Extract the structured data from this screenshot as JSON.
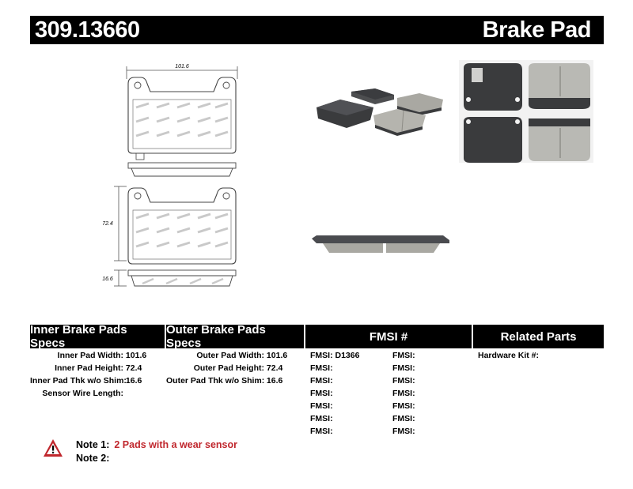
{
  "header": {
    "part_number": "309.13660",
    "product_type": "Brake Pad"
  },
  "drawing": {
    "width_dim": "101.6",
    "height_dim": "72.4",
    "thickness_dim": "16.6"
  },
  "columns": {
    "inner": "Inner Brake Pads Specs",
    "outer": "Outer Brake Pads Specs",
    "fmsi": "FMSI #",
    "related": "Related Parts"
  },
  "inner_specs": [
    {
      "label": "Inner Pad Width:",
      "value": "101.6"
    },
    {
      "label": "Inner Pad Height:",
      "value": "72.4"
    },
    {
      "label": "Inner Pad Thk w/o Shim:",
      "value": "16.6"
    },
    {
      "label": "Sensor Wire Length:",
      "value": ""
    }
  ],
  "outer_specs": [
    {
      "label": "Outer Pad Width:",
      "value": "101.6"
    },
    {
      "label": "Outer Pad Height:",
      "value": "72.4"
    },
    {
      "label": "Outer Pad Thk w/o Shim:",
      "value": "16.6"
    }
  ],
  "fmsi_left": [
    {
      "label": "FMSI:",
      "value": "D1366"
    },
    {
      "label": "FMSI:",
      "value": ""
    },
    {
      "label": "FMSI:",
      "value": ""
    },
    {
      "label": "FMSI:",
      "value": ""
    },
    {
      "label": "FMSI:",
      "value": ""
    },
    {
      "label": "FMSI:",
      "value": ""
    },
    {
      "label": "FMSI:",
      "value": ""
    }
  ],
  "fmsi_right": [
    {
      "label": "FMSI:",
      "value": ""
    },
    {
      "label": "FMSI:",
      "value": ""
    },
    {
      "label": "FMSI:",
      "value": ""
    },
    {
      "label": "FMSI:",
      "value": ""
    },
    {
      "label": "FMSI:",
      "value": ""
    },
    {
      "label": "FMSI:",
      "value": ""
    },
    {
      "label": "FMSI:",
      "value": ""
    }
  ],
  "related": {
    "hardware_kit_label": "Hardware Kit #:",
    "hardware_kit_value": ""
  },
  "notes": [
    {
      "label": "Note 1:",
      "value": "2 Pads with a wear sensor"
    },
    {
      "label": "Note 2:",
      "value": ""
    }
  ],
  "icons": {
    "warning": "warning-triangle-icon"
  },
  "colors": {
    "header_bg": "#000000",
    "note_accent": "#c0272d",
    "pad_friction": "#b9b9b4",
    "pad_backing": "#3a3b3d"
  }
}
